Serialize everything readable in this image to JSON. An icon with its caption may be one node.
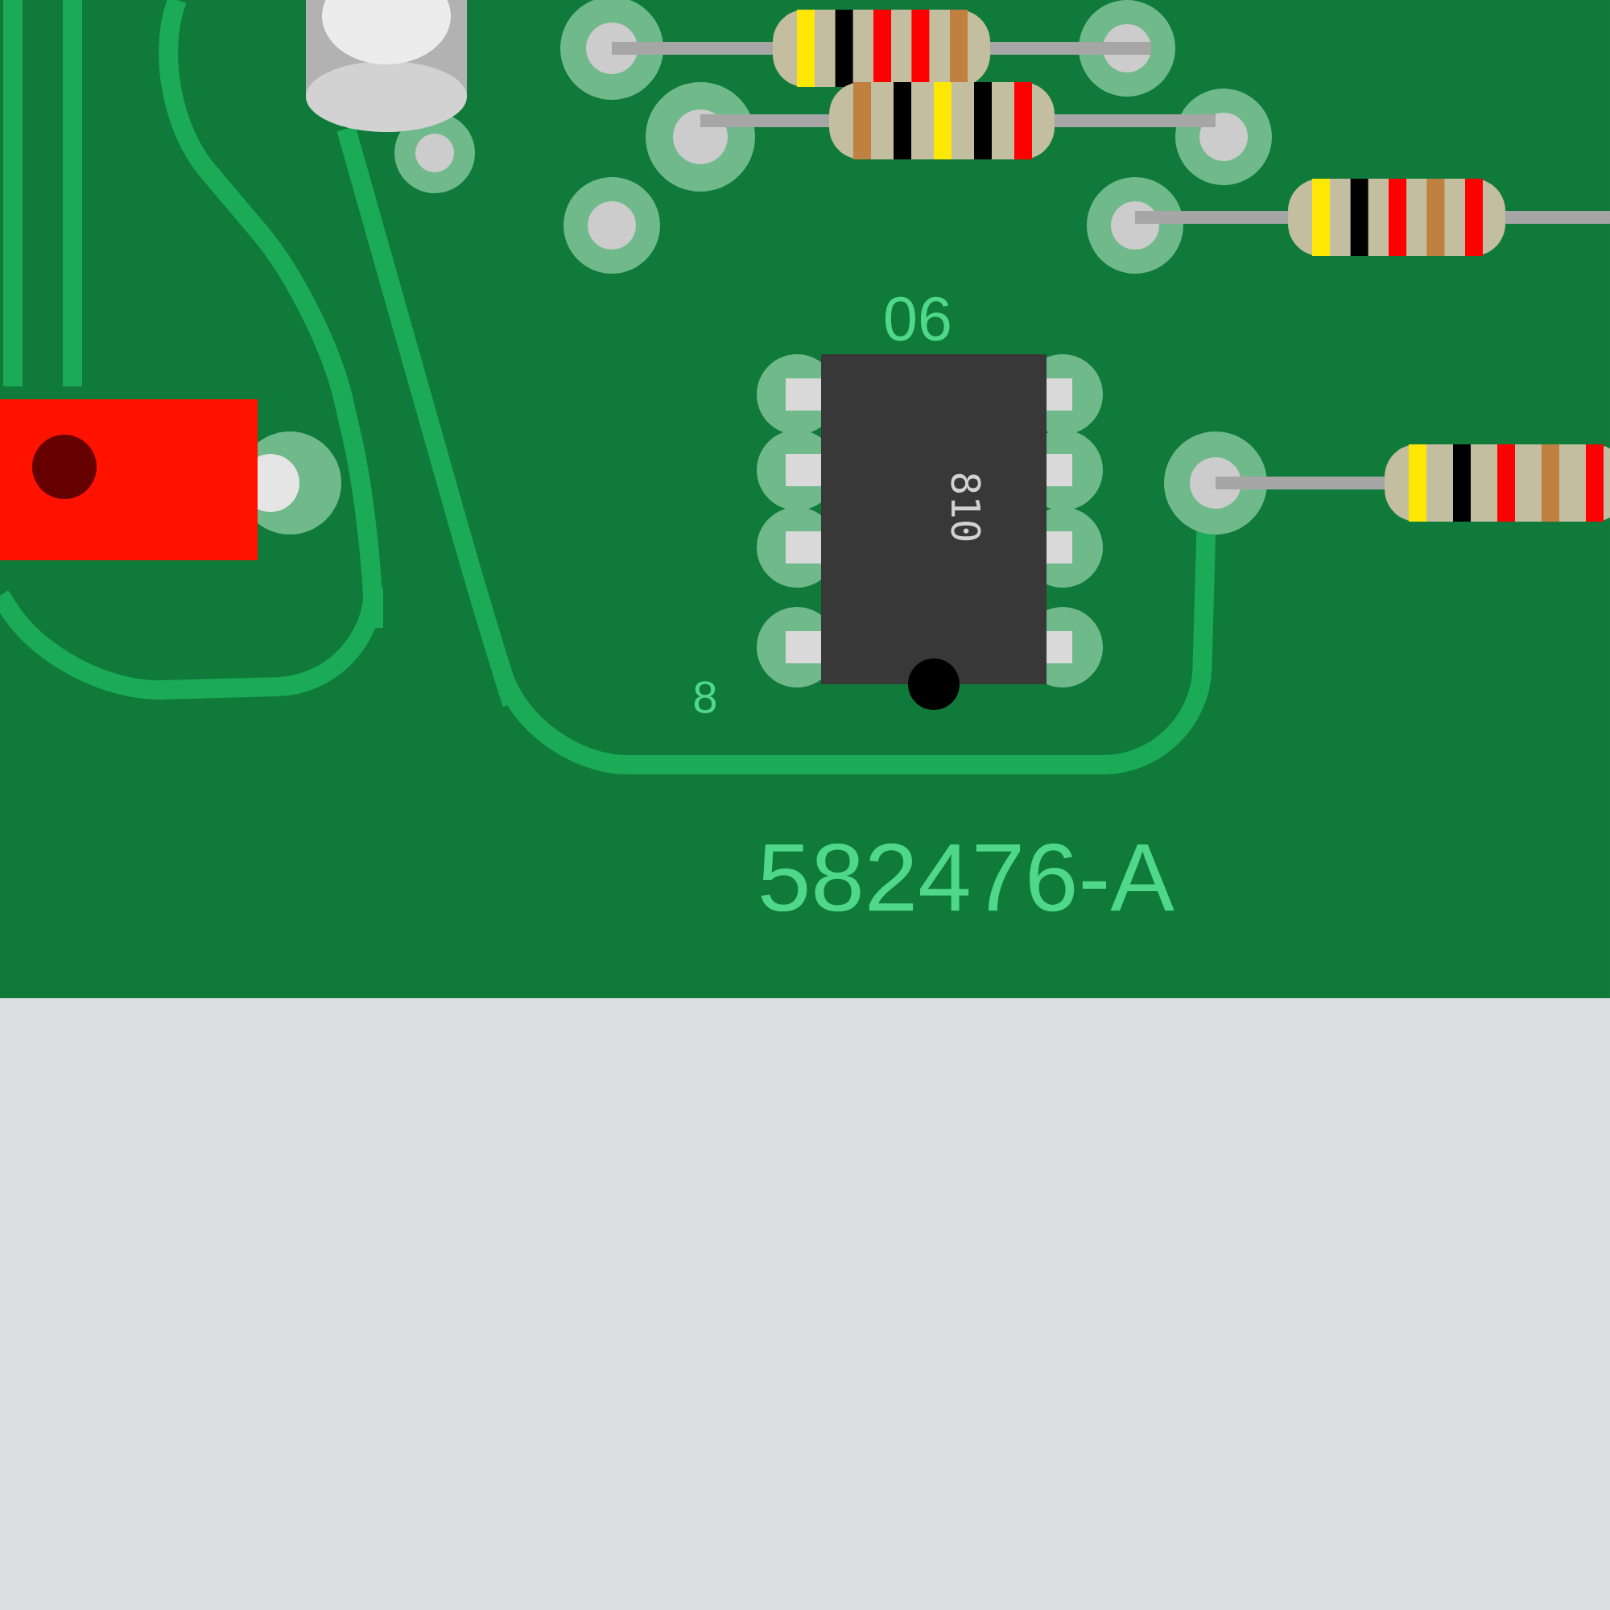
{
  "diagram": {
    "labels": [
      "06",
      "810",
      "8",
      "582476-A"
    ]
  }
}
